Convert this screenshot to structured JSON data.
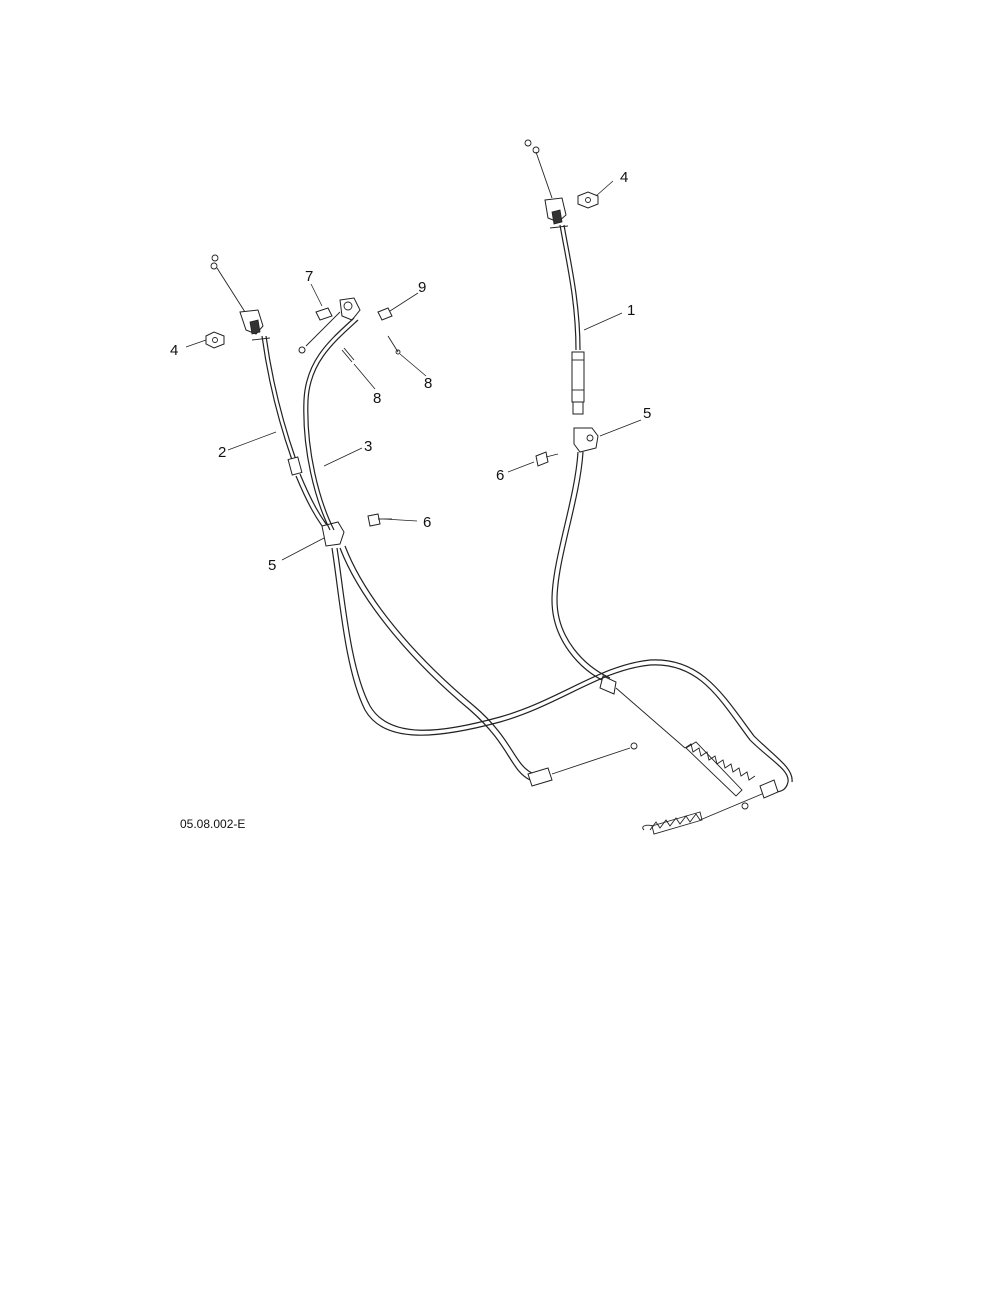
{
  "diagram": {
    "drawing_code": "05.08.002-E",
    "callouts": {
      "c1": "1",
      "c2": "2",
      "c3": "3",
      "c4_left": "4",
      "c4_right": "4",
      "c5_left": "5",
      "c5_right": "5",
      "c6_left": "6",
      "c6_right": "6",
      "c7": "7",
      "c8_left": "8",
      "c8_right": "8",
      "c9": "9"
    }
  }
}
